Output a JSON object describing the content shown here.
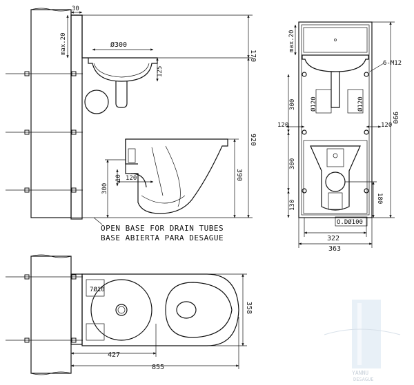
{
  "side_view": {
    "dims": {
      "gap_top": "30",
      "max_height": "max.20",
      "basin_diameter": "Ø300",
      "basin_depth": "125",
      "basin_top_offset": "170",
      "total_height": "920",
      "bowl_height": "390",
      "bowl_rim": "10",
      "outlet_width": "120",
      "outlet_height": "300"
    },
    "note": {
      "line_en": "OPEN BASE FOR DRAIN TUBES",
      "line_es": "BASE ABIERTA PARA DESAGUE"
    }
  },
  "front_view": {
    "dims": {
      "max_height": "max.20",
      "bolts": "6-M12",
      "upper_spacing": "300",
      "mid_offset_left": "120",
      "mid_offset_right": "120",
      "lower_spacing": "300",
      "bottom_offset": "130",
      "pipe_diameter_left": "Ø120",
      "pipe_diameter_right": "Ø120",
      "total_height": "990",
      "drain_height": "180",
      "drain_outlet": "O.DØ100",
      "inner_width": "322",
      "total_width": "363"
    }
  },
  "plan_view": {
    "dims": {
      "drain_hole": "7Ø10",
      "depth": "358",
      "basin_offset": "427",
      "total_length": "855"
    }
  },
  "watermark": {
    "brand_text": "YANNU",
    "sub_text": "DESAGUE"
  }
}
